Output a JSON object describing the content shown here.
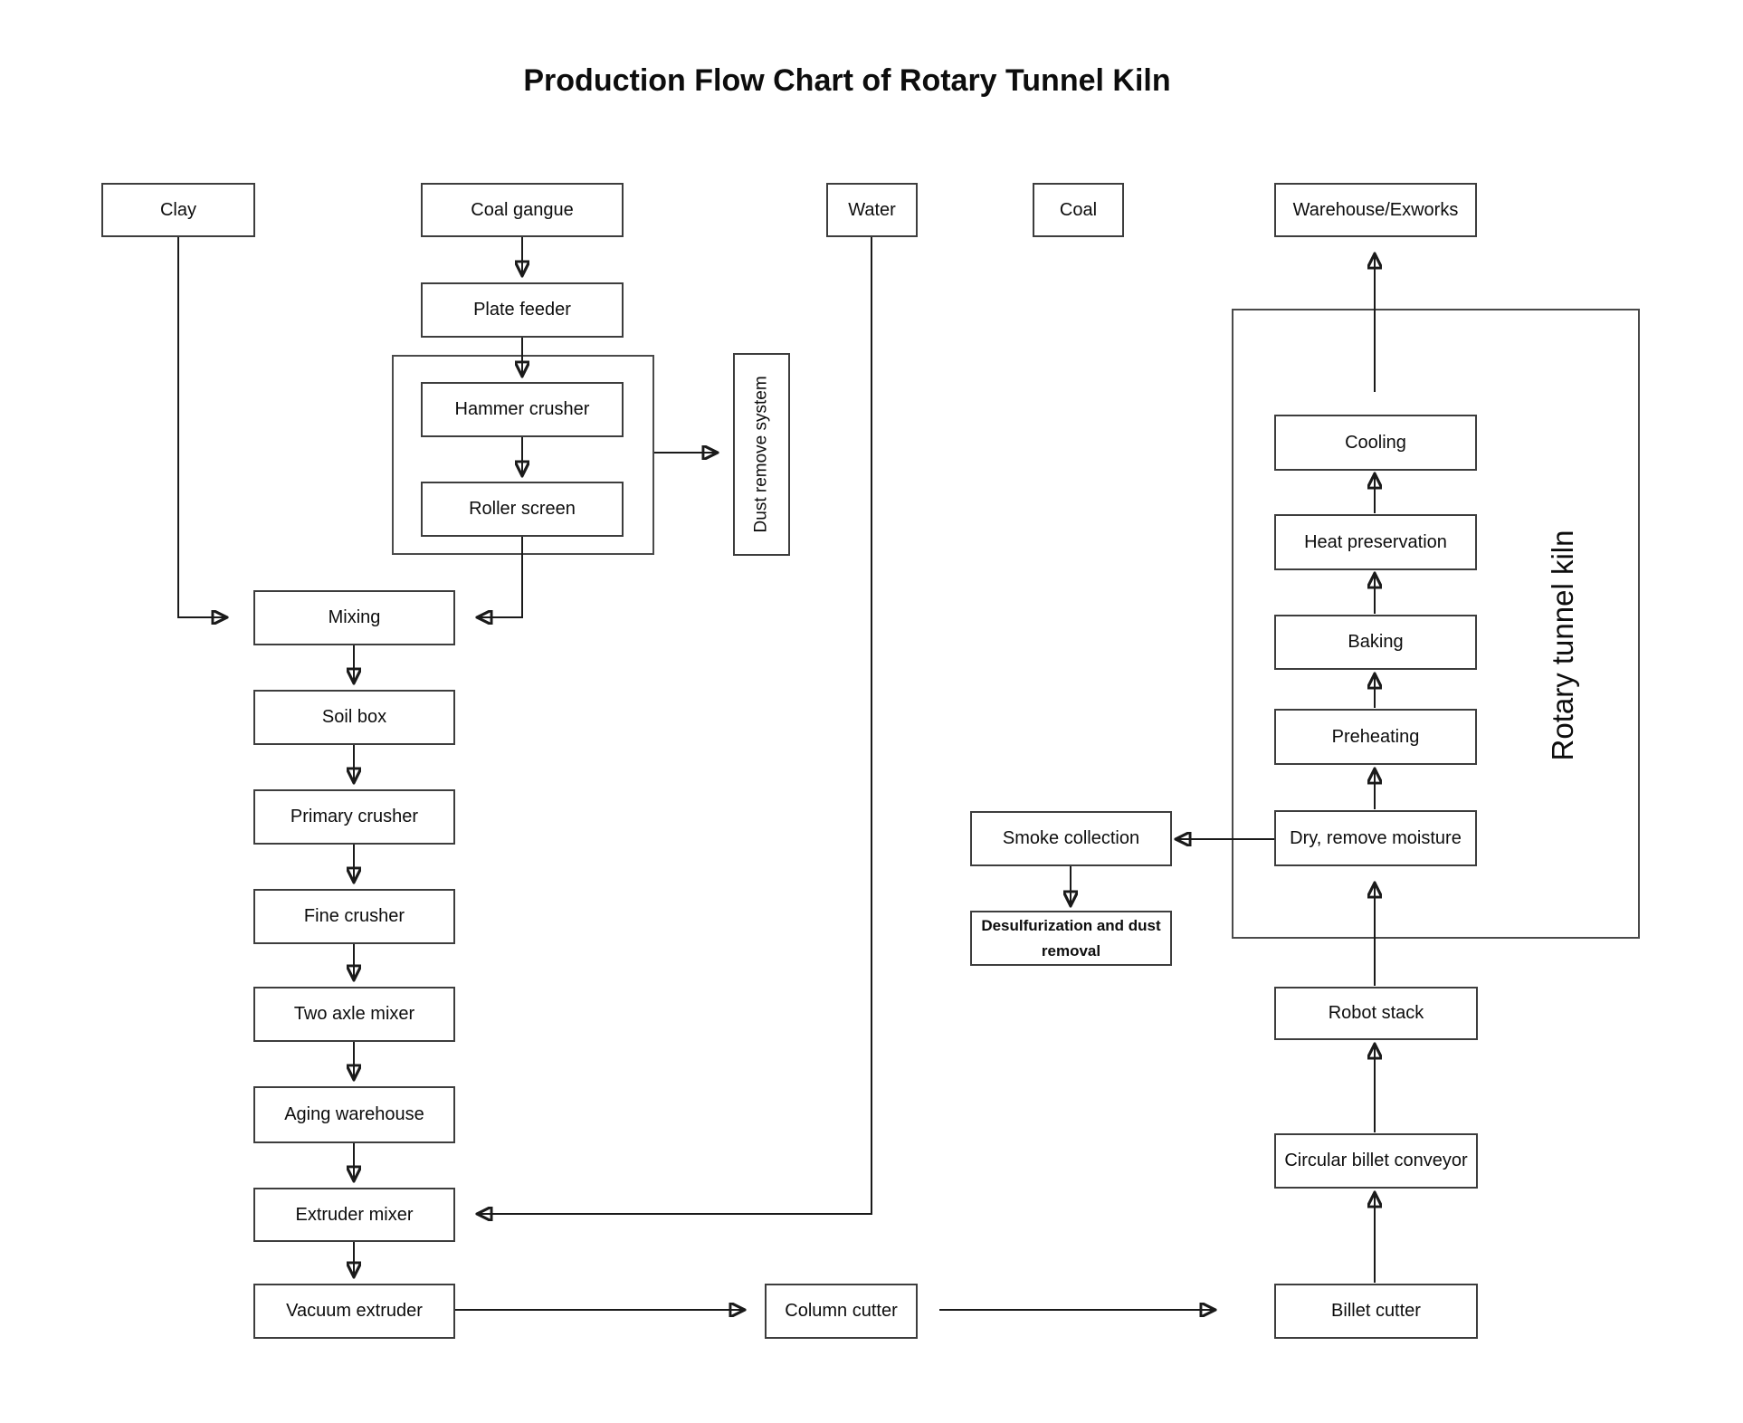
{
  "title": "Production Flow Chart of Rotary Tunnel Kiln",
  "nodes": {
    "clay": {
      "label": "Clay"
    },
    "coal_gangue": {
      "label": "Coal gangue"
    },
    "water": {
      "label": "Water"
    },
    "coal": {
      "label": "Coal"
    },
    "warehouse": {
      "label": "Warehouse/Exworks"
    },
    "plate_feeder": {
      "label": "Plate feeder"
    },
    "hammer_crusher": {
      "label": "Hammer crusher"
    },
    "roller_screen": {
      "label": "Roller screen"
    },
    "dust_remove_system": {
      "label": "Dust remove system"
    },
    "mixing": {
      "label": "Mixing"
    },
    "soil_box": {
      "label": "Soil box"
    },
    "primary_crusher": {
      "label": "Primary crusher"
    },
    "fine_crusher": {
      "label": "Fine crusher"
    },
    "two_axle_mixer": {
      "label": "Two axle mixer"
    },
    "aging_warehouse": {
      "label": "Aging warehouse"
    },
    "extruder_mixer": {
      "label": "Extruder mixer"
    },
    "vacuum_extruder": {
      "label": "Vacuum extruder"
    },
    "column_cutter": {
      "label": "Column cutter"
    },
    "billet_cutter": {
      "label": "Billet cutter"
    },
    "circular_billet_conveyor": {
      "label": "Circular billet conveyor"
    },
    "robot_stack": {
      "label": "Robot stack"
    },
    "cooling": {
      "label": "Cooling"
    },
    "heat_preservation": {
      "label": "Heat preservation"
    },
    "baking": {
      "label": "Baking"
    },
    "preheating": {
      "label": "Preheating"
    },
    "dry_remove_moisture": {
      "label": "Dry, remove moisture"
    },
    "smoke_collection": {
      "label": "Smoke collection"
    },
    "desulfurization": {
      "label": "Desulfurization and dust removal"
    },
    "rotary_tunnel_kiln": {
      "label": "Rotary tunnel kiln"
    }
  },
  "colors": {
    "background": "#ffffff",
    "line": "#1a1a1a",
    "box_border": "#3d3d3d",
    "text": "#0d0d0d"
  }
}
